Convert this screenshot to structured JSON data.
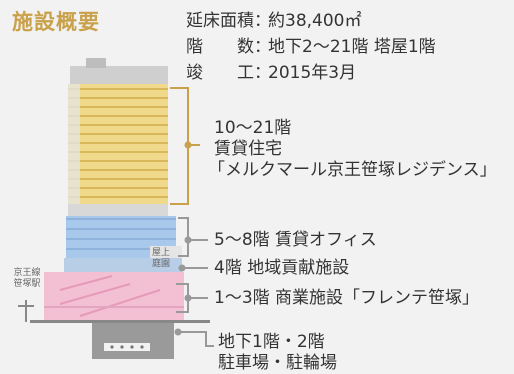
{
  "title": "施設概要",
  "specs": [
    {
      "key": "延床面積：",
      "value": "約38,400㎡"
    },
    {
      "key": "階　　数：",
      "value": "地下2〜21階 塔屋1階"
    },
    {
      "key": "竣　　工：",
      "value": "2015年3月"
    }
  ],
  "callouts": {
    "residential": {
      "line1": "10〜21階",
      "line2": "賃貸住宅",
      "line3": "「メルクマール京王笹塚レジデンス」"
    },
    "office": "5〜8階 賃貸オフィス",
    "community": "4階 地域貢献施設",
    "commercial": "1〜3階 商業施設「フレンテ笹塚」",
    "basement": {
      "line1": "地下1階・2階",
      "line2": "駐車場・駐輪場"
    }
  },
  "labels": {
    "rooftop_line1": "屋上",
    "rooftop_line2": "庭園",
    "station_line1": "京王線",
    "station_line2": "笹塚駅"
  },
  "colors": {
    "accent": "#c9a14a",
    "residential": "#f0d98a",
    "office": "#a9c9ec",
    "commercial": "#f3bfd3",
    "basement": "#777777"
  }
}
